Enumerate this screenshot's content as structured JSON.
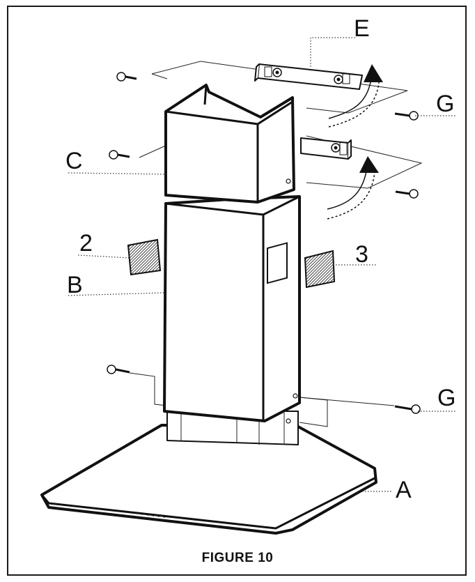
{
  "figure": {
    "caption": "FIGURE 10",
    "labels": {
      "e": "E",
      "g_top": "G",
      "c": "C",
      "filter_2": "2",
      "filter_3": "3",
      "b": "B",
      "g_bottom": "G",
      "a": "A"
    }
  }
}
